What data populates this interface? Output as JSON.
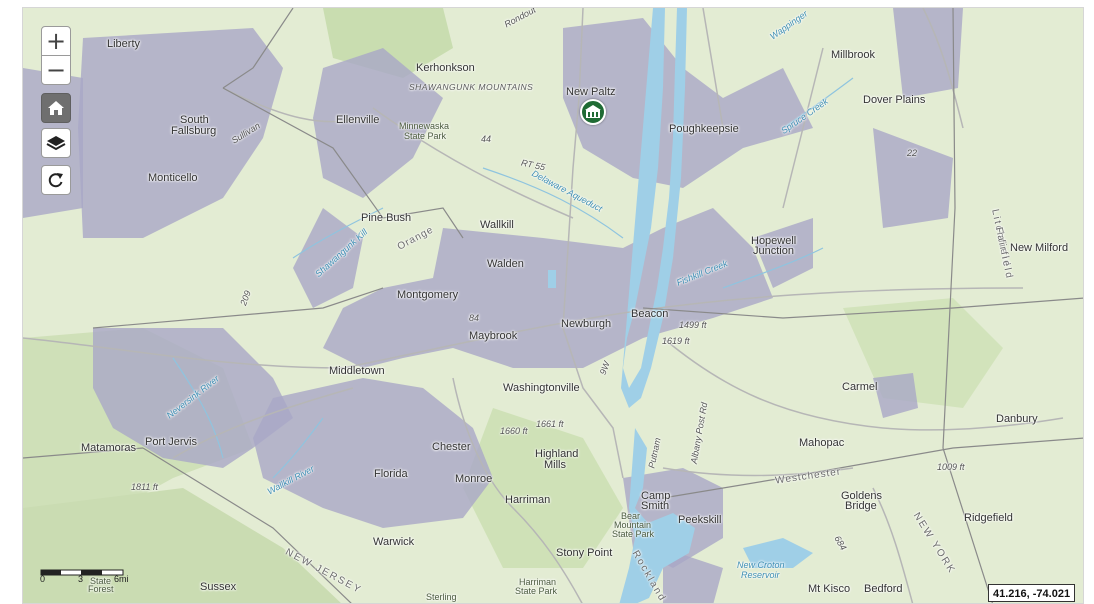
{
  "map": {
    "controls": {
      "zoom_in": "+",
      "zoom_out": "−"
    },
    "coordinates": "41.216, -74.021",
    "scale": {
      "label_0": "0",
      "label_3": "3",
      "label_6": "6mi"
    },
    "marker_icon": "building-icon",
    "colors": {
      "land": "#e3ecd3",
      "shaded_area": "#a9a8c7",
      "water": "#9fcfe7",
      "road": "#b6b6b6",
      "boundary": "#8a8a8a",
      "marker": "#1f6b34"
    },
    "labels": {
      "liberty": "Liberty",
      "kerhonkson": "Kerhonkson",
      "shawangunk": "SHAWANGUNK MOUNTAINS",
      "new_paltz": "New Paltz",
      "millbrook": "Millbrook",
      "dover_plains": "Dover Plains",
      "south_fallsburg_1": "South",
      "south_fallsburg_2": "Fallsburg",
      "sullivan": "Sullivan",
      "ellenville": "Ellenville",
      "minnewaska_1": "Minnewaska",
      "minnewaska_2": "State Park",
      "poughkeepsie": "Poughkeepsie",
      "monticello": "Monticello",
      "rt55": "RT 55",
      "delaware_aqueduct": "Delaware Aqueduct",
      "spruce_creek": "Spruce Creek",
      "wappinger": "Wappinger",
      "pine_bush": "Pine Bush",
      "wallkill": "Wallkill",
      "orange": "Orange",
      "shawangunk_kill": "Shawangunk Kill",
      "hopewell_1": "Hopewell",
      "hopewell_2": "Junction",
      "new_milford": "New Milford",
      "walden": "Walden",
      "fishkill_creek": "Fishkill Creek",
      "montgomery": "Montgomery",
      "beacon": "Beacon",
      "newburgh": "Newburgh",
      "elev_1499": "1499 ft",
      "elev_1619": "1619 ft",
      "maybrook": "Maybrook",
      "i84": "84",
      "middletown": "Middletown",
      "carmel": "Carmel",
      "washingtonville": "Washingtonville",
      "neversink": "Neversink River",
      "danbury": "Danbury",
      "elev_1661": "1661 ft",
      "elev_1660": "1660 ft",
      "matamoras": "Matamoras",
      "port_jervis": "Port Jervis",
      "chester": "Chester",
      "highland_mills_1": "Highland",
      "highland_mills_2": "Mills",
      "putnam": "Putnam",
      "albany_post": "Albany Post Rd",
      "mahopac": "Mahopac",
      "elev_1009": "1009 ft",
      "wallkill_river": "Wallkill River",
      "florida": "Florida",
      "monroe": "Monroe",
      "westchester": "Westchester",
      "elev_1811": "1811 ft",
      "harriman": "Harriman",
      "camp_smith_1": "Camp",
      "camp_smith_2": "Smith",
      "goldens_1": "Goldens",
      "goldens_2": "Bridge",
      "bear_mtn_1": "Bear",
      "bear_mtn_2": "Mountain",
      "bear_mtn_3": "State Park",
      "peekskill": "Peekskill",
      "ridgefield": "Ridgefield",
      "warwick": "Warwick",
      "stony_point": "Stony Point",
      "new_croton_1": "New Croton",
      "new_croton_2": "Reservoir",
      "new_york": "NEW YORK",
      "state_forest_1": "State",
      "state_forest_2": "Forest",
      "new_jersey": "NEW JERSEY",
      "sussex": "Sussex",
      "sterling": "Sterling",
      "harriman_sp_1": "Harriman",
      "harriman_sp_2": "State Park",
      "rockland": "Rockland",
      "mt_kisco": "Mt Kisco",
      "bedford": "Bedford",
      "litchfield": "Litchfield",
      "fairfield": "Fairfield",
      "rondout": "Rondout",
      "r209": "209",
      "r44": "44",
      "r22": "22",
      "r9w": "9W",
      "r684": "684"
    }
  }
}
